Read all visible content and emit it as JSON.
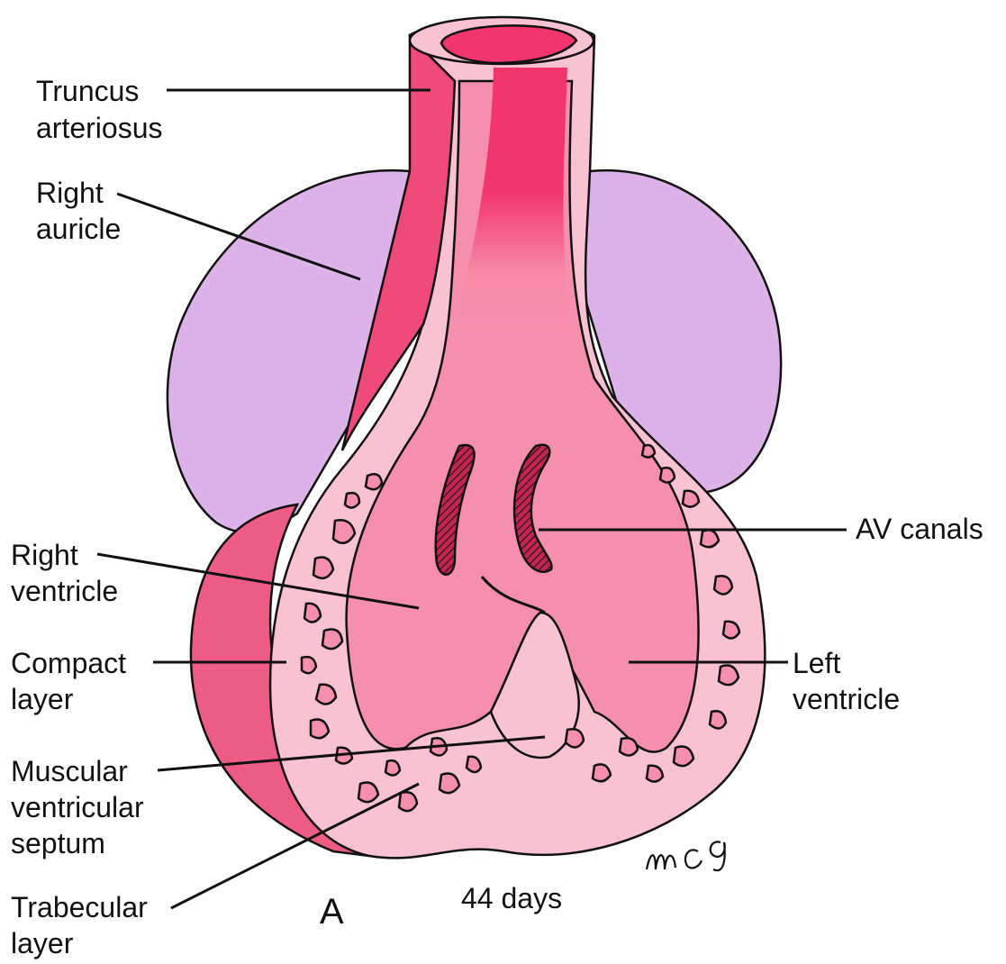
{
  "labels": {
    "truncus_1": "Truncus",
    "truncus_2": "arteriosus",
    "right_auricle_1": "Right",
    "right_auricle_2": "auricle",
    "av_canals": "AV canals",
    "right_ventricle_1": "Right",
    "right_ventricle_2": "ventricle",
    "compact_1": "Compact",
    "compact_2": "layer",
    "left_ventricle_1": "Left",
    "left_ventricle_2": "ventricle",
    "muscular_1": "Muscular",
    "muscular_2": "ventricular",
    "muscular_3": "septum",
    "trabecular_1": "Trabecular",
    "trabecular_2": "layer"
  },
  "panel_letter": "A",
  "age_caption": "44 days",
  "signature": "mcg",
  "colors": {
    "auricle": "#dcb2e8",
    "outer_wall": "#ee5c86",
    "truncus_lumen": "#f2356c",
    "compact_layer": "#f9c2d2",
    "ventricle_cavity": "#f58fad",
    "hatched_canal": "#c0264f",
    "outline": "#111111"
  }
}
